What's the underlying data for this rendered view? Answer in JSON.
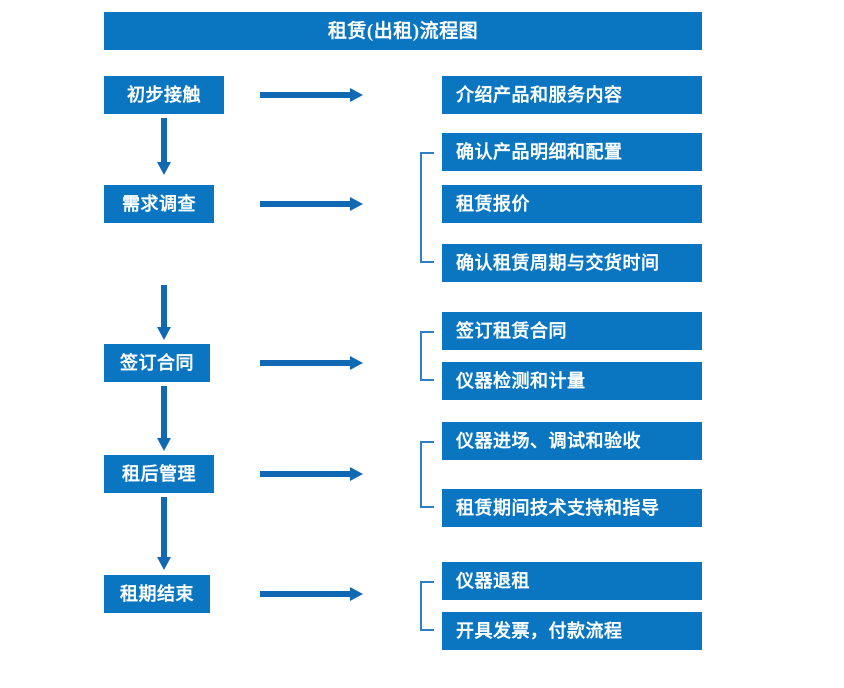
{
  "diagram": {
    "title": "租赁(出租)流程图",
    "accent_color": "#0a76c2",
    "bracket_color": "#2f7fc4",
    "arrow_color": "#1168b3",
    "text_color": "#ffffff",
    "background_color": "#ffffff",
    "type": "flowchart"
  },
  "stages": [
    {
      "label": "初步接触"
    },
    {
      "label": "需求调查"
    },
    {
      "label": "签订合同"
    },
    {
      "label": "租后管理"
    },
    {
      "label": "租期结束"
    }
  ],
  "details": [
    {
      "label": "介绍产品和服务内容"
    },
    {
      "label": "确认产品明细和配置"
    },
    {
      "label": "租赁报价"
    },
    {
      "label": "确认租赁周期与交货时间"
    },
    {
      "label": "签订租赁合同"
    },
    {
      "label": "仪器检测和计量"
    },
    {
      "label": "仪器进场、调试和验收"
    },
    {
      "label": "租赁期间技术支持和指导"
    },
    {
      "label": "仪器退租"
    },
    {
      "label": "开具发票，付款流程"
    }
  ],
  "connectors": {
    "horizontal_arrow_count": 5,
    "vertical_arrow_count": 4,
    "bracket_count": 4
  }
}
